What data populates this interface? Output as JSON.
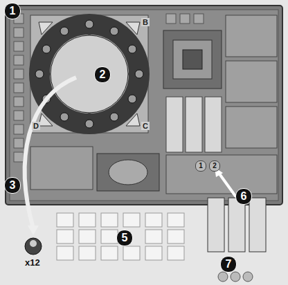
{
  "diagram": {
    "labels": [
      "1",
      "2",
      "3",
      "5",
      "6",
      "7",
      "x12",
      "B",
      "C",
      "D",
      "1",
      "2"
    ]
  }
}
